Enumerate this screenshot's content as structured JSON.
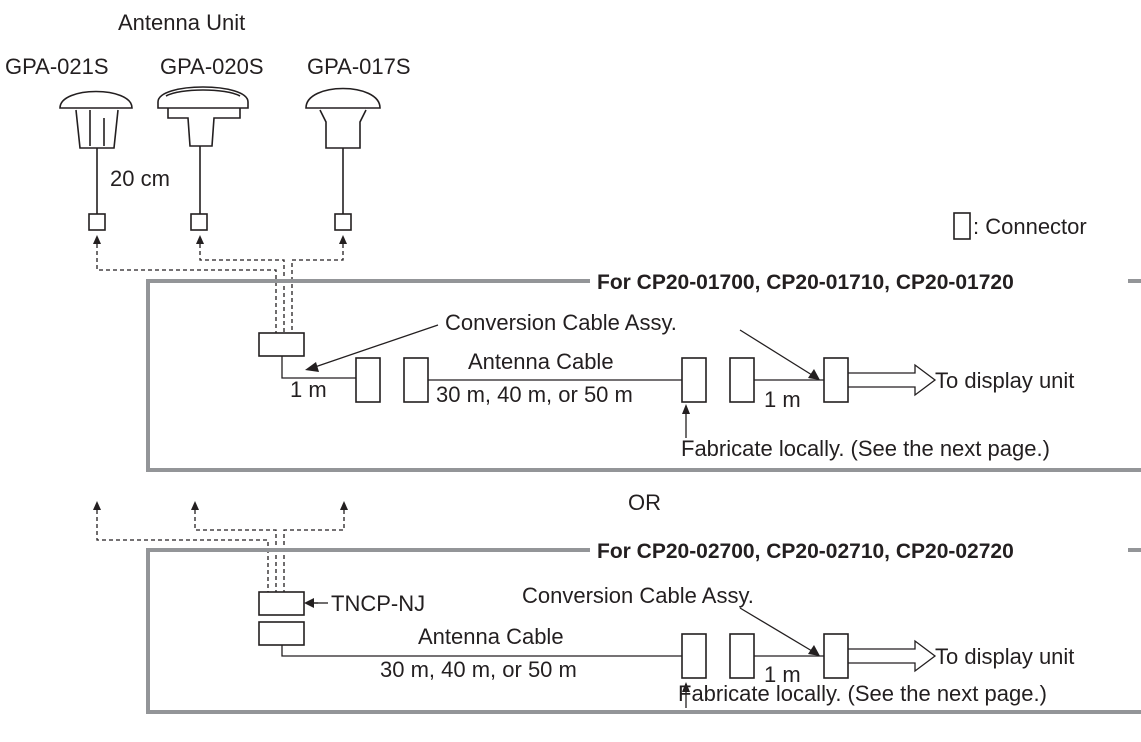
{
  "antenna_unit": {
    "heading": "Antenna Unit",
    "models": [
      "GPA-021S",
      "GPA-020S",
      "GPA-017S"
    ],
    "short_cable": "20 cm"
  },
  "legend": {
    "connector_label": ": Connector"
  },
  "top_section": {
    "title": "For CP20-01700, CP20-01710, CP20-01720",
    "conversion_cable": "Conversion Cable Assy.",
    "conversion_length": "1 m",
    "antenna_cable": "Antenna Cable",
    "antenna_cable_lengths": "30 m, 40 m, or 50 m",
    "end_length": "1 m",
    "to_display": "To display unit",
    "fabricate_note": "Fabricate locally. (See the next page.)"
  },
  "separator": "OR",
  "bottom_section": {
    "title": "For CP20-02700, CP20-02710, CP20-02720",
    "adapter": "TNCP-NJ",
    "conversion_cable": "Conversion Cable Assy.",
    "antenna_cable": "Antenna Cable",
    "antenna_cable_lengths": "30 m, 40 m, or 50 m",
    "end_length": "1 m",
    "to_display": "To display unit",
    "fabricate_note": "Fabricate locally. (See the next page.)"
  }
}
